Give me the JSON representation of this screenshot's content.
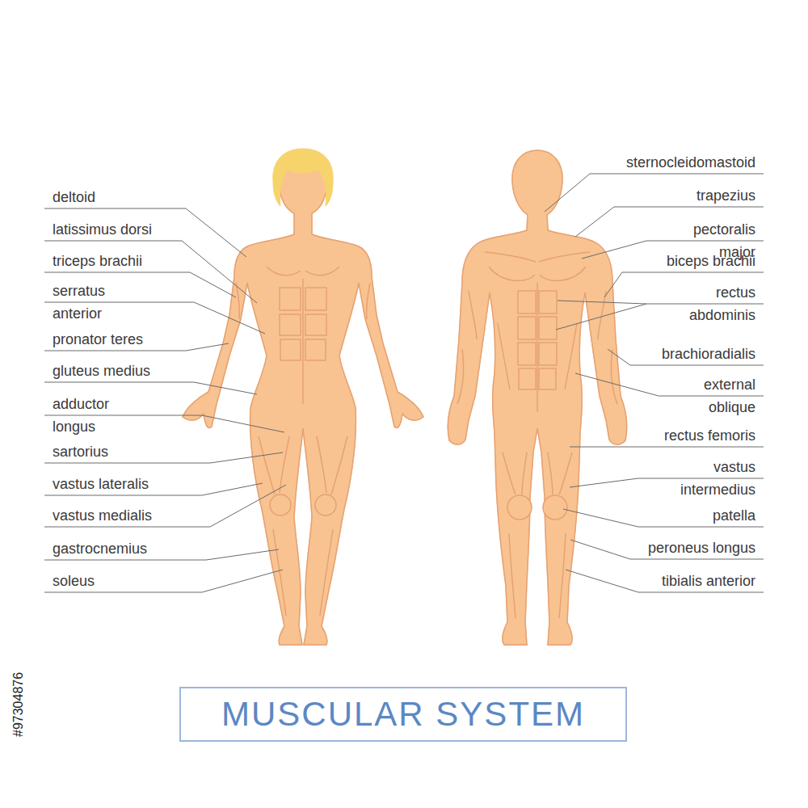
{
  "diagram": {
    "title": "MUSCULAR SYSTEM",
    "labels": [
      "deltoid",
      "latissimus dorsi",
      "triceps brachii",
      "serratus anterior",
      "pronator teres",
      "gluteus medius",
      "adductor longus",
      "sartorius",
      "vastus lateralis",
      "vastus medialis",
      "gastrocnemius",
      "soleus",
      "sternocleidomastoid",
      "trapezius",
      "pectoralis major",
      "biceps brachii",
      "rectus abdominis",
      "brachioradialis",
      "external oblique",
      "rectus femoris",
      "vastus intermedius",
      "patella",
      "peroneus longus",
      "tibialis anterior",
      "#97304876"
    ]
  }
}
